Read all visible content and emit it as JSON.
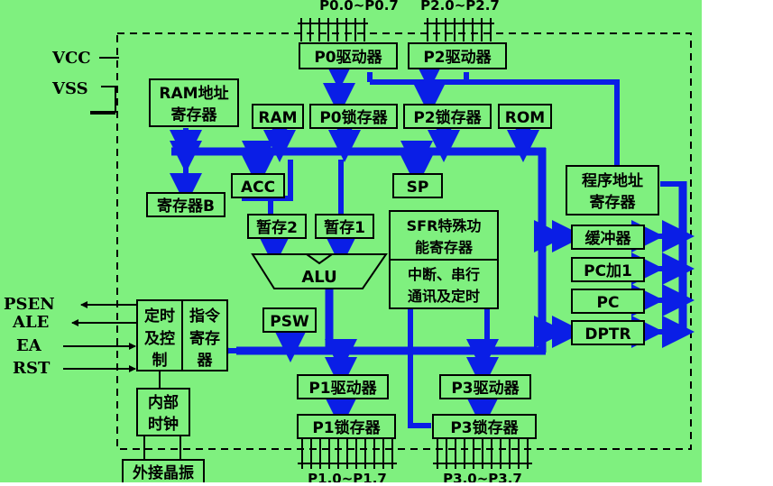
{
  "colors": {
    "background": "#7ff07f",
    "bus": "#0a1ee6",
    "outline": "#000000",
    "page": "#ffffff"
  },
  "pins_top": {
    "p0": "P0.0~P0.7",
    "p2": "P2.0~P2.7"
  },
  "pins_bottom": {
    "p1": "P1.0~P1.7",
    "p3": "P3.0~P3.7"
  },
  "power": {
    "vcc": "VCC",
    "vss": "VSS"
  },
  "control_pins": {
    "psen": "PSEN",
    "ale": "ALE",
    "ea": "EA",
    "rst": "RST"
  },
  "blocks": {
    "p0_driver": "P0驱动器",
    "p2_driver": "P2驱动器",
    "ram_addr_l1": "RAM地址",
    "ram_addr_l2": "寄存器",
    "ram": "RAM",
    "p0_latch": "P0锁存器",
    "p2_latch": "P2锁存器",
    "rom": "ROM",
    "acc": "ACC",
    "sp": "SP",
    "reg_b": "寄存器B",
    "temp2": "暂存2",
    "temp1": "暂存1",
    "alu": "ALU",
    "psw": "PSW",
    "sfr_l1": "SFR特殊功",
    "sfr_l2": "能寄存器",
    "intr_l1": "中断、串行",
    "intr_l2": "通讯及定时",
    "prog_addr_l1": "程序地址",
    "prog_addr_l2": "寄存器",
    "buffer": "缓冲器",
    "pc_inc": "PC加1",
    "pc": "PC",
    "dptr": "DPTR",
    "timing_l1": "定时",
    "timing_l2": "及控",
    "timing_l3": "制",
    "instr_l1": "指令",
    "instr_l2": "寄存",
    "instr_l3": "器",
    "p1_driver": "P1驱动器",
    "p3_driver": "P3驱动器",
    "p1_latch": "P1锁存器",
    "p3_latch": "P3锁存器",
    "clock_l1": "内部",
    "clock_l2": "时钟",
    "crystal": "外接晶振"
  }
}
